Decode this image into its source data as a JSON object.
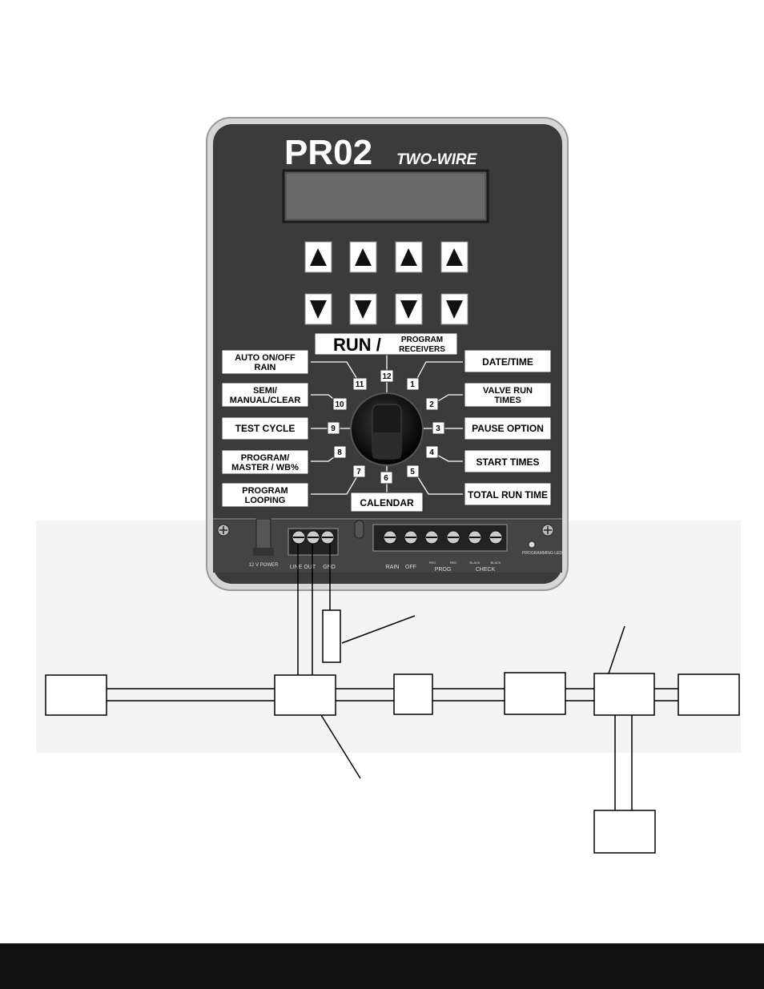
{
  "controller": {
    "model": "PR02",
    "subtitle": "TWO-WIRE",
    "display_text": "",
    "up_arrow": "▲",
    "down_arrow": "▼"
  },
  "dial": {
    "run_label": "RUN /",
    "run_sub1": "PROGRAM",
    "run_sub2": "RECEIVERS",
    "positions": [
      {
        "num": "1",
        "lines": [
          "DATE/TIME"
        ]
      },
      {
        "num": "2",
        "lines": [
          "VALVE RUN",
          "TIMES"
        ]
      },
      {
        "num": "3",
        "lines": [
          "PAUSE OPTION"
        ]
      },
      {
        "num": "4",
        "lines": [
          "START TIMES"
        ]
      },
      {
        "num": "5",
        "lines": [
          "TOTAL RUN TIME"
        ]
      },
      {
        "num": "6",
        "lines": [
          "CALENDAR"
        ]
      },
      {
        "num": "7",
        "lines": [
          "PROGRAM",
          "LOOPING"
        ]
      },
      {
        "num": "8",
        "lines": [
          "PROGRAM/",
          "MASTER / WB%"
        ]
      },
      {
        "num": "9",
        "lines": [
          "TEST CYCLE"
        ]
      },
      {
        "num": "10",
        "lines": [
          "SEMI/",
          "MANUAL/CLEAR"
        ]
      },
      {
        "num": "11",
        "lines": [
          "AUTO ON/OFF",
          "RAIN"
        ]
      },
      {
        "num": "12",
        "lines": []
      }
    ]
  },
  "terminals": {
    "power_label": "12 V POWER",
    "line_out_label": "LINE OUT",
    "gnd_label": "GND",
    "rain_label": "RAIN",
    "off_label": "OFF",
    "prog_label": "PROG",
    "check_label": "CHECK",
    "red_label": "RED",
    "black_label": "BLACK",
    "programming_led_label": "PROGRAMMING LED"
  },
  "colors": {
    "panel": "#3b3b3b",
    "panel_border": "#c8c8c8",
    "label_bg": "#ffffff",
    "footer": "#111111"
  }
}
